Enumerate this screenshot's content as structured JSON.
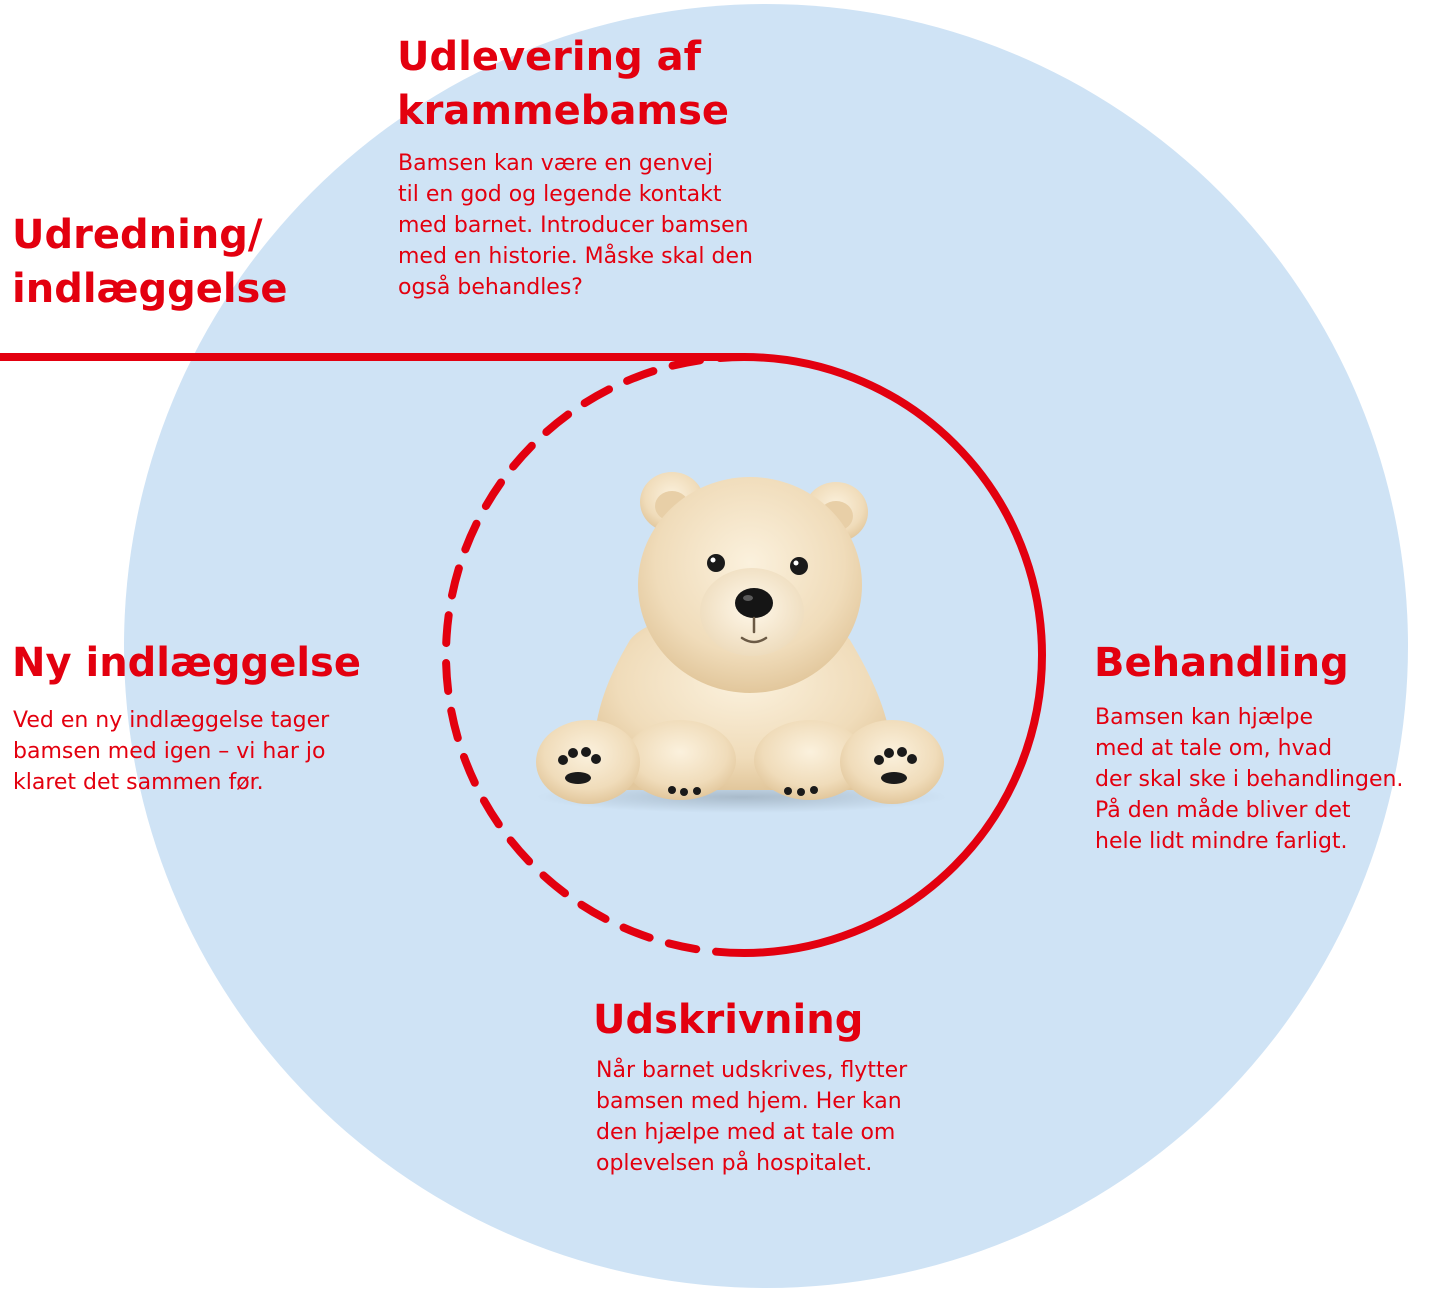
{
  "sections": {
    "udredning": {
      "title_lines": [
        "Udredning/",
        "indlæggelse"
      ]
    },
    "udlevering": {
      "title_lines": [
        "Udlevering af",
        "krammebamse"
      ],
      "text_lines": [
        "Bamsen kan være en genvej",
        "til en god og legende kontakt",
        "med barnet. Introducer bamsen",
        "med en historie. Måske skal den",
        "også behandles?"
      ]
    },
    "ny_indlaeggelse": {
      "title_lines": [
        "Ny indlæggelse"
      ],
      "text_lines": [
        "Ved en ny indlæggelse tager",
        "bamsen med igen – vi har jo",
        "klaret det sammen før."
      ]
    },
    "behandling": {
      "title_lines": [
        "Behandling"
      ],
      "text_lines": [
        "Bamsen kan hjælpe",
        "med at tale om, hvad",
        "der skal ske i behandlingen.",
        "På den måde bliver det",
        "hele lidt mindre farligt."
      ]
    },
    "udskrivning": {
      "title_lines": [
        "Udskrivning"
      ],
      "text_lines": [
        "Når barnet udskrives, flytter",
        "bamsen med hjem. Her kan",
        "den hjælpe med at tale om",
        "oplevelsen på hospitalet."
      ]
    }
  },
  "colors": {
    "accent_red": "#e3000f",
    "circle_blue": "#cfe3f5",
    "bear_fur": "#f3e2c4"
  },
  "icons": {
    "center_image": "teddy-bear-illustration"
  }
}
